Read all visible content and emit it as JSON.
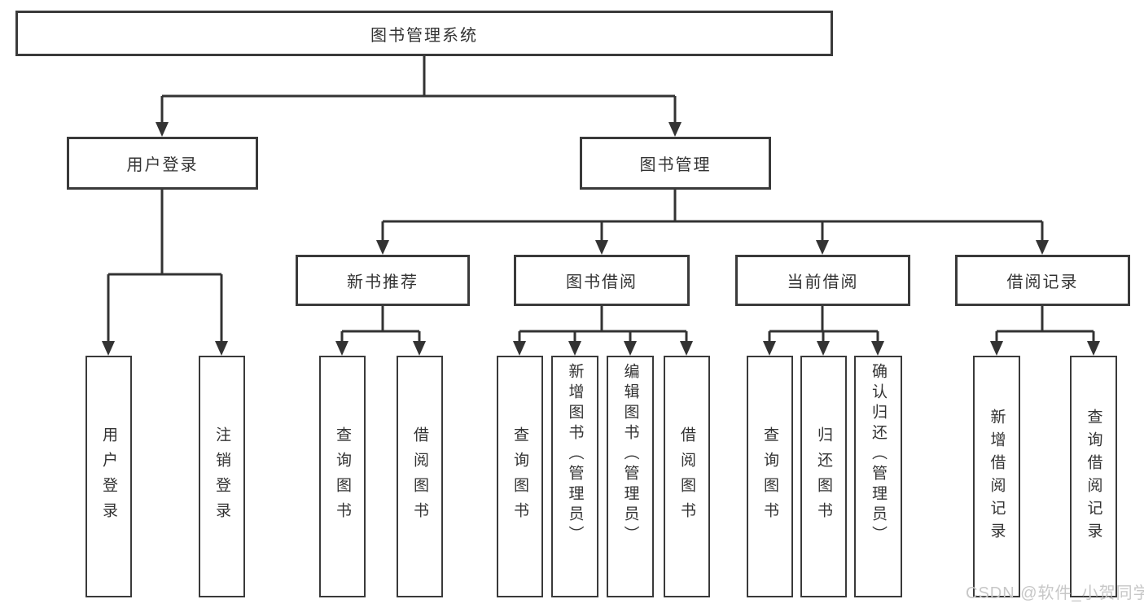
{
  "tree": {
    "root": "图书管理系统",
    "branches": [
      {
        "label": "用户登录",
        "children": [
          "用户登录",
          "注销登录"
        ]
      },
      {
        "label": "图书管理",
        "groups": [
          {
            "label": "新书推荐",
            "children": [
              "查询图书",
              "借阅图书"
            ]
          },
          {
            "label": "图书借阅",
            "children": [
              "查询图书",
              "新增图书（管理员）",
              "编辑图书（管理员）",
              "借阅图书"
            ]
          },
          {
            "label": "当前借阅",
            "children": [
              "查询图书",
              "归还图书",
              "确认归还（管理员）"
            ]
          },
          {
            "label": "借阅记录",
            "children": [
              "新增借阅记录",
              "查询借阅记录"
            ]
          }
        ]
      }
    ]
  },
  "watermark": "CSDN @软件_小贺同学",
  "colors": {
    "line": "#333333",
    "box_border": "#3a3a3a",
    "text": "#333333",
    "watermark": "#c7c7c7",
    "background": "#ffffff"
  }
}
